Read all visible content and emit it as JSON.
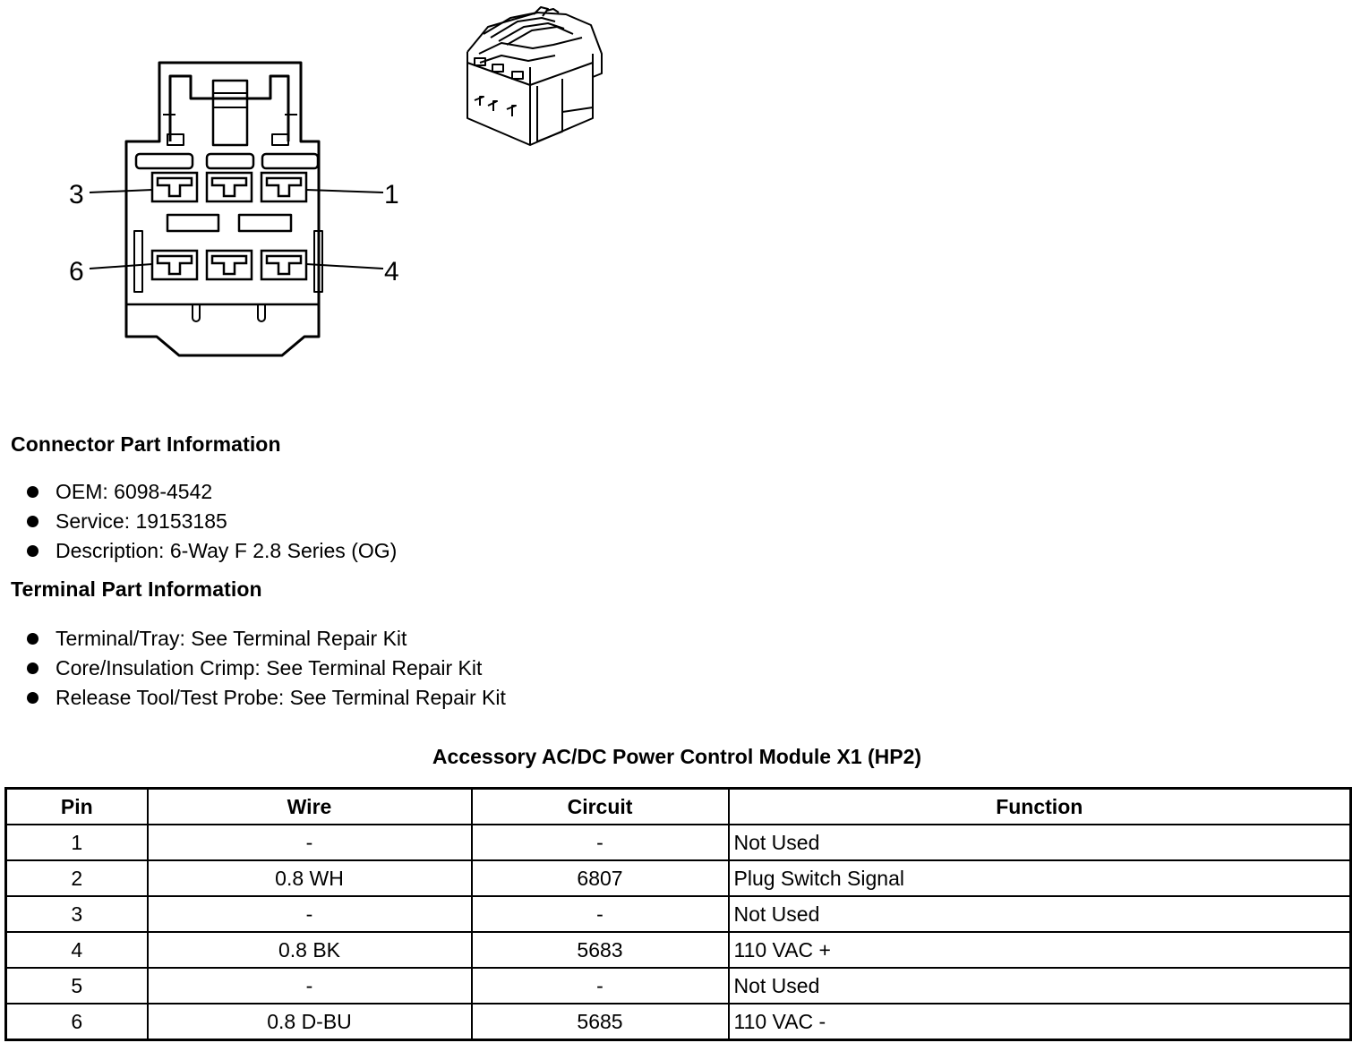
{
  "diagram": {
    "pin_callouts": [
      "3",
      "1",
      "6",
      "4"
    ]
  },
  "connector_info": {
    "heading": "Connector Part Information",
    "items": [
      "OEM: 6098-4542",
      "Service: 19153185",
      "Description: 6-Way F 2.8 Series (OG)"
    ]
  },
  "terminal_info": {
    "heading": "Terminal Part Information",
    "items": [
      "Terminal/Tray: See Terminal Repair Kit",
      "Core/Insulation Crimp: See Terminal Repair Kit",
      "Release Tool/Test Probe: See Terminal Repair Kit"
    ]
  },
  "table": {
    "title": "Accessory AC/DC Power Control Module X1 (HP2)",
    "headers": [
      "Pin",
      "Wire",
      "Circuit",
      "Function"
    ],
    "rows": [
      [
        "1",
        "-",
        "-",
        "Not Used"
      ],
      [
        "2",
        "0.8 WH",
        "6807",
        "Plug Switch Signal"
      ],
      [
        "3",
        "-",
        "-",
        "Not Used"
      ],
      [
        "4",
        "0.8 BK",
        "5683",
        "110 VAC +"
      ],
      [
        "5",
        "-",
        "-",
        "Not Used"
      ],
      [
        "6",
        "0.8 D-BU",
        "5685",
        "110 VAC -"
      ]
    ]
  }
}
